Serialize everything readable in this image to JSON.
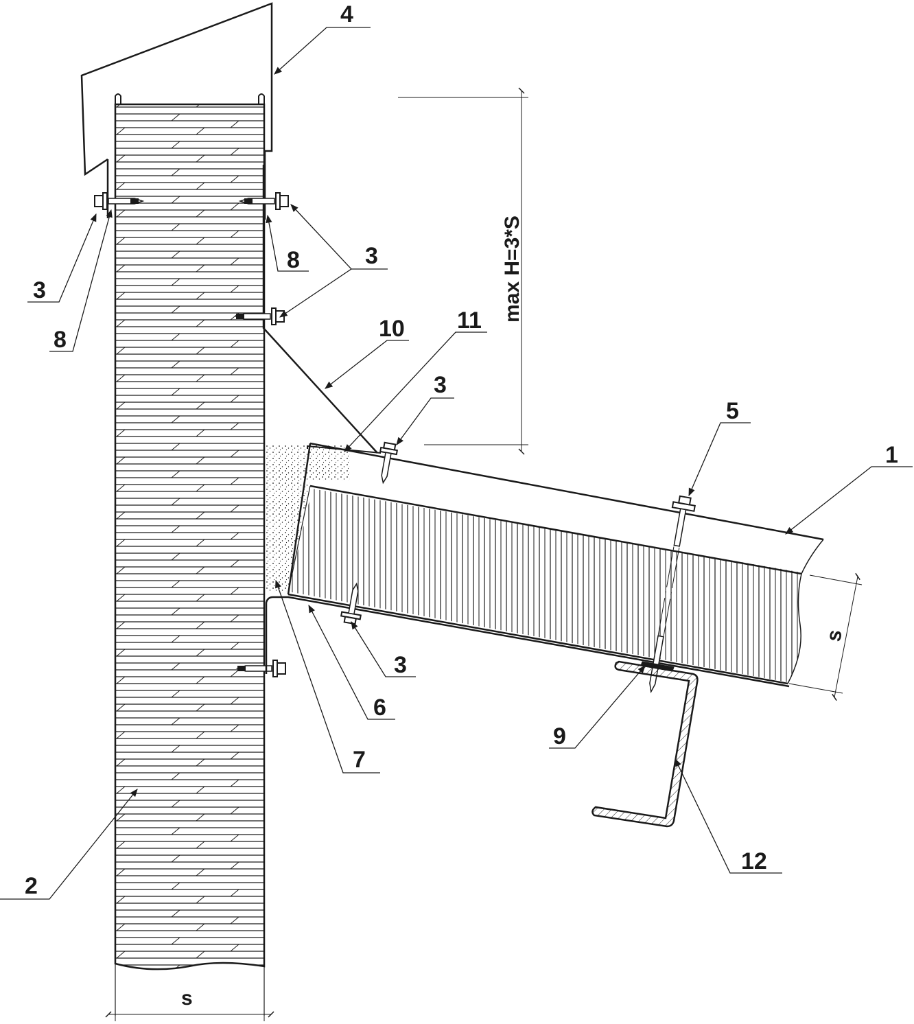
{
  "callouts": {
    "c1": "1",
    "c2": "2",
    "c3_top_left": "3",
    "c8_top_left": "8",
    "c8_top_right": "8",
    "c3_top_right": "3",
    "c4": "4",
    "c10": "10",
    "c11": "11",
    "c3_upper_mid": "3",
    "c5": "5",
    "c3_lower_mid": "3",
    "c6": "6",
    "c7": "7",
    "c9": "9",
    "c12": "12"
  },
  "dimensions": {
    "max_height": "max H=3*S",
    "wall_thickness": "s",
    "roof_thickness": "s"
  },
  "colors": {
    "line": "#1a1a1a",
    "fill": "#ffffff",
    "insulation_fill": "#d9d9d9"
  }
}
